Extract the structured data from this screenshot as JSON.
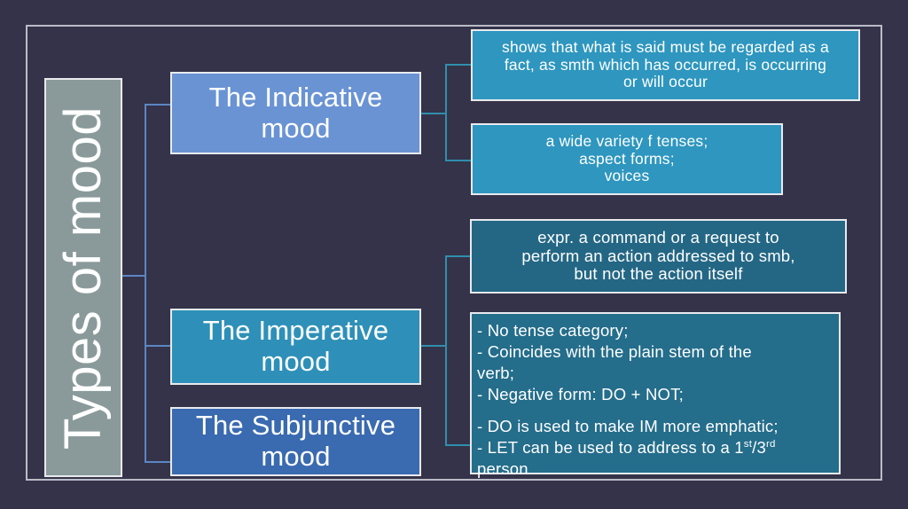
{
  "slide": {
    "background_color": "#353349",
    "frame_color": "#b9bcc6"
  },
  "title": {
    "text": "Types of mood",
    "color": "#8a9a9a",
    "orientation": "vertical-rotated-90-ccw"
  },
  "branches": [
    {
      "id": "indicative",
      "label": "The Indicative mood",
      "color": "#6a93d4",
      "details": [
        {
          "id": "indicative-detail-1",
          "color": "#2e96bf",
          "lines": [
            "shows that what is said must be regarded as a",
            "fact, as smth which has occurred, is occurring",
            "or will occur"
          ]
        },
        {
          "id": "indicative-detail-2",
          "color": "#2e96bf",
          "lines": [
            "a wide variety f tenses;",
            "aspect forms;",
            "voices"
          ]
        }
      ]
    },
    {
      "id": "imperative",
      "label": "The Imperative mood",
      "color": "#2e90b8",
      "details": [
        {
          "id": "imperative-detail-1",
          "color": "#246785",
          "lines": [
            "expr. a command or a request to",
            "perform an action addressed to smb,",
            "but not the action itself"
          ]
        },
        {
          "id": "imperative-detail-2",
          "color": "#246d8b",
          "lines_group_a": [
            "- No tense category;",
            "- Coincides with  the plain stem of the",
            "verb;",
            "- Negative form: DO + NOT;"
          ],
          "lines_group_b_1": "- DO is used to make IM more emphatic;",
          "lines_group_b_2_pre": "- LET can be used to address to a 1",
          "lines_group_b_2_sup1": "st",
          "lines_group_b_2_mid": "/3",
          "lines_group_b_2_sup2": "rd",
          "lines_group_b_3": "person"
        }
      ]
    },
    {
      "id": "subjunctive",
      "label": "The Subjunctive mood",
      "color": "#3a6ab0",
      "details": []
    }
  ],
  "connectors": {
    "color_blue": "#5b86c4",
    "color_teal": "#2f8fae"
  }
}
